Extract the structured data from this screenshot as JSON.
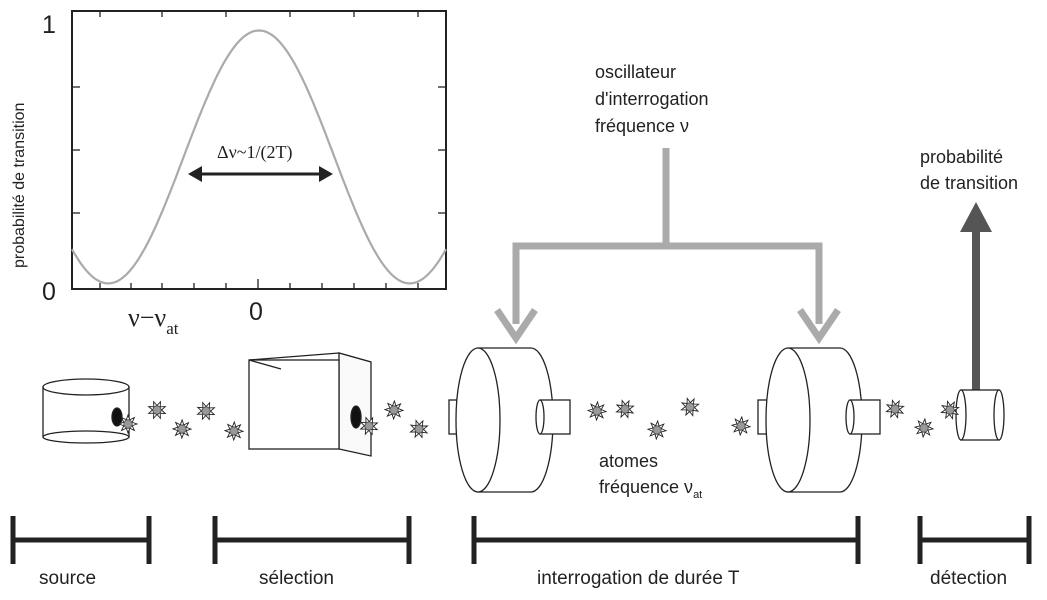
{
  "graph": {
    "ylabel": "probabilité de transition",
    "y_top": "1",
    "y_bottom": "0",
    "x_nu": "ν−ν",
    "x_nu_sub": "at",
    "x_zero": "0",
    "linewidth": "Δν~1/(2T)"
  },
  "curve": {
    "type": "line",
    "description_values": {
      "x": [
        -1.55,
        -1.25,
        -1.0,
        -0.75,
        -0.5,
        -0.25,
        0,
        0.25,
        0.5,
        0.75,
        1.0,
        1.25,
        1.55
      ],
      "y": [
        0.18,
        0.02,
        0.12,
        0.38,
        0.68,
        0.88,
        0.93,
        0.88,
        0.68,
        0.38,
        0.12,
        0.02,
        0.18
      ]
    },
    "ylim": [
      0,
      1
    ],
    "color": "#aaaaaa"
  },
  "oscillator": {
    "line1": "oscillateur",
    "line2": "d'interrogation",
    "line3": "fréquence ν"
  },
  "detection_output": {
    "line1": "probabilité",
    "line2": "de transition"
  },
  "atoms": {
    "line1": "atomes",
    "line2": "fréquence ν",
    "line2_sub": "at"
  },
  "sections": [
    {
      "label": "source"
    },
    {
      "label": "sélection"
    },
    {
      "label": "interrogation de durée T"
    },
    {
      "label": "détection"
    }
  ],
  "colors": {
    "curve": "#aaaaaa",
    "arrow_gray": "#aaaaaa",
    "arrow_dark": "#555555",
    "bar": "#222222",
    "atom": "#999999"
  }
}
